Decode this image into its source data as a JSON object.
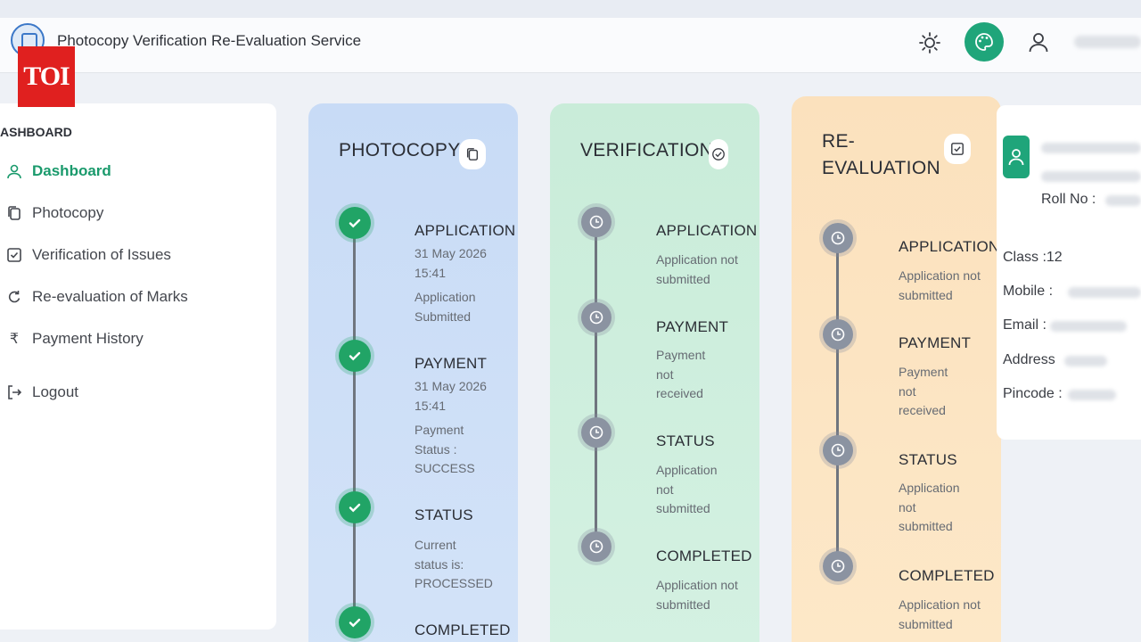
{
  "header": {
    "title": "Photocopy Verification Re-Evaluation Service",
    "watermark": "TOI"
  },
  "sidebar": {
    "heading": "ASHBOARD",
    "items": [
      {
        "label": "Dashboard",
        "icon": "user-icon",
        "active": true
      },
      {
        "label": "Photocopy",
        "icon": "copy-icon"
      },
      {
        "label": "Verification of Issues",
        "icon": "checkbox-icon"
      },
      {
        "label": "Re-evaluation of Marks",
        "icon": "refresh-icon"
      },
      {
        "label": "Payment History",
        "icon": "rupee-icon"
      },
      {
        "label": "Logout",
        "icon": "logout-icon"
      }
    ]
  },
  "cards": {
    "photocopy": {
      "title": "PHOTOCOPY",
      "color": "#c8dbf6",
      "steps": [
        {
          "title": "APPLICATION",
          "lines": [
            "31 May 2026",
            "15:41"
          ],
          "lines2": [
            "Application",
            "Submitted"
          ],
          "done": true
        },
        {
          "title": "PAYMENT",
          "lines": [
            "31 May 2026",
            "15:41"
          ],
          "lines2": [
            "Payment",
            "Status :",
            "SUCCESS"
          ],
          "done": true
        },
        {
          "title": "STATUS",
          "lines": [
            "Current",
            "status is:",
            "PROCESSED"
          ],
          "done": true
        },
        {
          "title": "COMPLETED",
          "done": true
        }
      ]
    },
    "verification": {
      "title": "VERIFICATION",
      "color": "#c9ecd9",
      "steps": [
        {
          "title": "APPLICATION",
          "lines": [
            "Application not",
            "submitted"
          ]
        },
        {
          "title": "PAYMENT",
          "lines": [
            "Payment",
            "not",
            "received"
          ]
        },
        {
          "title": "STATUS",
          "lines": [
            "Application",
            "not",
            "submitted"
          ]
        },
        {
          "title": "COMPLETED",
          "lines": [
            "Application not",
            "submitted"
          ]
        }
      ]
    },
    "reeval": {
      "title_line1": "RE-",
      "title_line2": "EVALUATION",
      "color": "#fbe1bd",
      "steps": [
        {
          "title": "APPLICATION",
          "lines": [
            "Application not",
            "submitted"
          ]
        },
        {
          "title": "PAYMENT",
          "lines": [
            "Payment",
            "not",
            "received"
          ]
        },
        {
          "title": "STATUS",
          "lines": [
            "Application",
            "not",
            "submitted"
          ]
        },
        {
          "title": "COMPLETED",
          "lines": [
            "Application not",
            "submitted"
          ]
        }
      ]
    }
  },
  "profile": {
    "roll_label": "Roll No :",
    "class_label": "Class :12",
    "mobile_label": "Mobile :",
    "email_label": "Email :",
    "address_label": "Address",
    "pincode_label": "Pincode :"
  },
  "colors": {
    "accent": "#1fa57a",
    "done": "#21a466",
    "pending": "#8b93a1",
    "watermark": "#e0201f"
  }
}
